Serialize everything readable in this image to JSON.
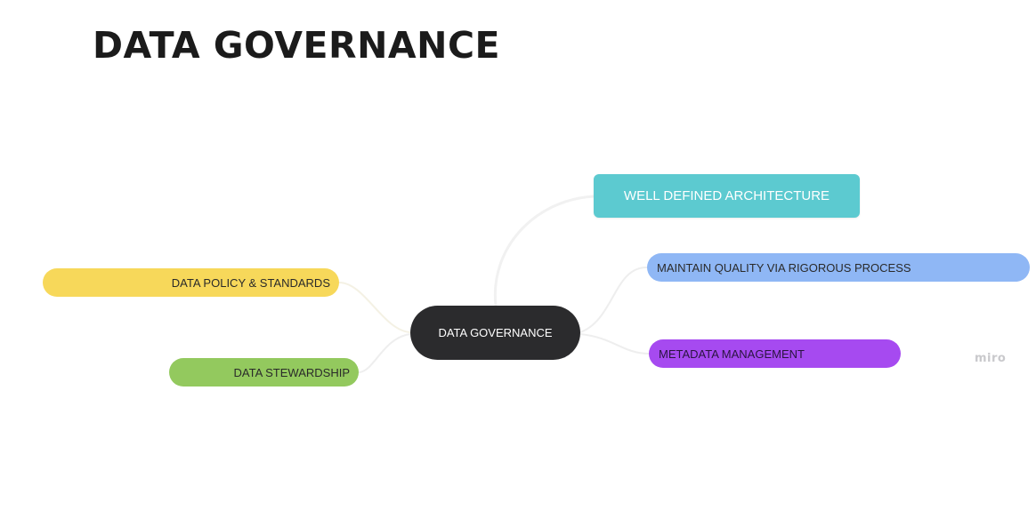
{
  "title": "DATA GOVERNANCE",
  "mindmap": {
    "center": {
      "label": "DATA GOVERNANCE",
      "color": "#2b2b2d"
    },
    "branches": [
      {
        "label": "WELL DEFINED ARCHITECTURE",
        "color": "#5ccad0"
      },
      {
        "label": "MAINTAIN QUALITY VIA RIGOROUS PROCESS",
        "color": "#8fb7f5"
      },
      {
        "label": "METADATA MANAGEMENT",
        "color": "#a64af0"
      },
      {
        "label": "DATA POLICY & STANDARDS",
        "color": "#f7d85a"
      },
      {
        "label": "DATA STEWARDSHIP",
        "color": "#93c95e"
      }
    ]
  },
  "watermark": "miro"
}
